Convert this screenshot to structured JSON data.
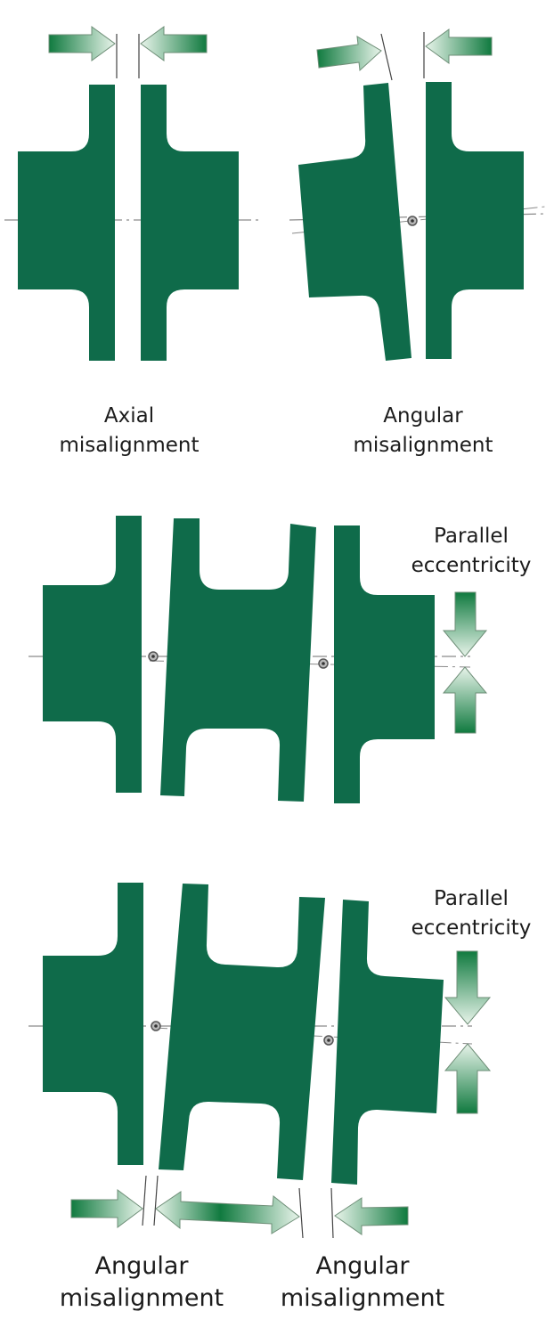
{
  "colors": {
    "flange": "#0f6b4a",
    "arrow_dark": "#107a3f",
    "arrow_light": "#e8f4ea",
    "arrow_edge": "#6f8f78",
    "centerline": "#8a8a8a",
    "text": "#1c1c1c"
  },
  "labels": {
    "axial": {
      "line1": "Axial",
      "line2": "misalignment"
    },
    "angular_top": {
      "line1": "Angular",
      "line2": "misalignment"
    },
    "parallel_mid": {
      "line1": "Parallel",
      "line2": "eccentricity"
    },
    "parallel_bottom": {
      "line1": "Parallel",
      "line2": "eccentricity"
    },
    "angular_bottom_left": {
      "line1": "Angular",
      "line2": "misalignment"
    },
    "angular_bottom_right": {
      "line1": "Angular",
      "line2": "misalignment"
    }
  }
}
